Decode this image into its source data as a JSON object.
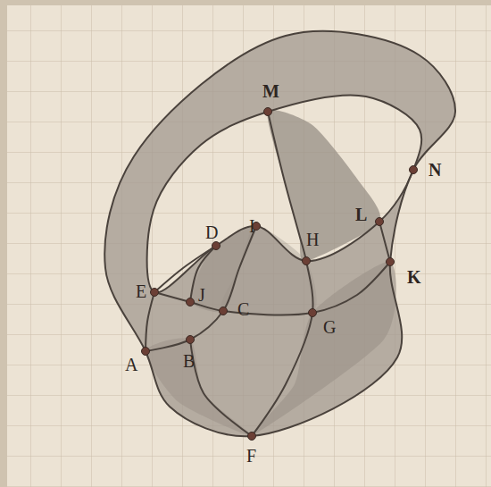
{
  "diagram": {
    "labels": [
      "M",
      "N",
      "L",
      "K",
      "D",
      "I",
      "H",
      "E",
      "J",
      "C",
      "G",
      "B",
      "A",
      "F"
    ]
  }
}
